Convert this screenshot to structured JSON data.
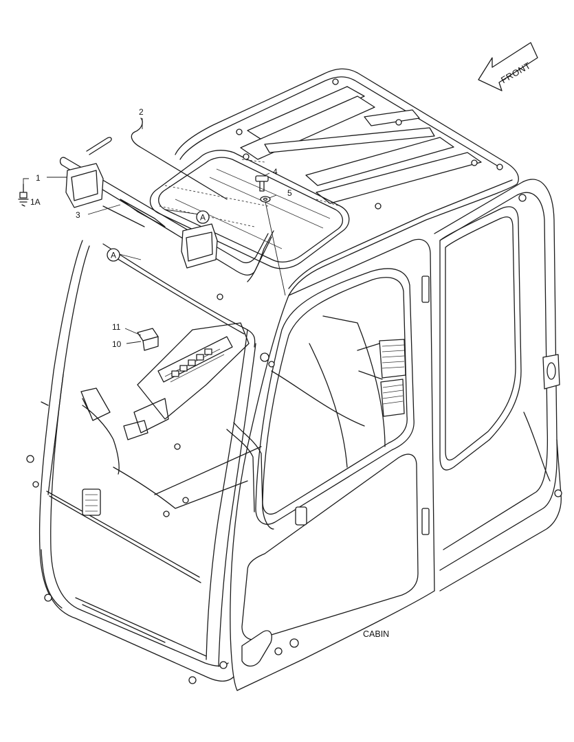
{
  "diagram": {
    "caption": "CABIN",
    "direction_label": "FRONT",
    "detail_marker": "A",
    "callouts": [
      "1",
      "1A",
      "2",
      "3",
      "4",
      "5",
      "10",
      "11"
    ]
  }
}
